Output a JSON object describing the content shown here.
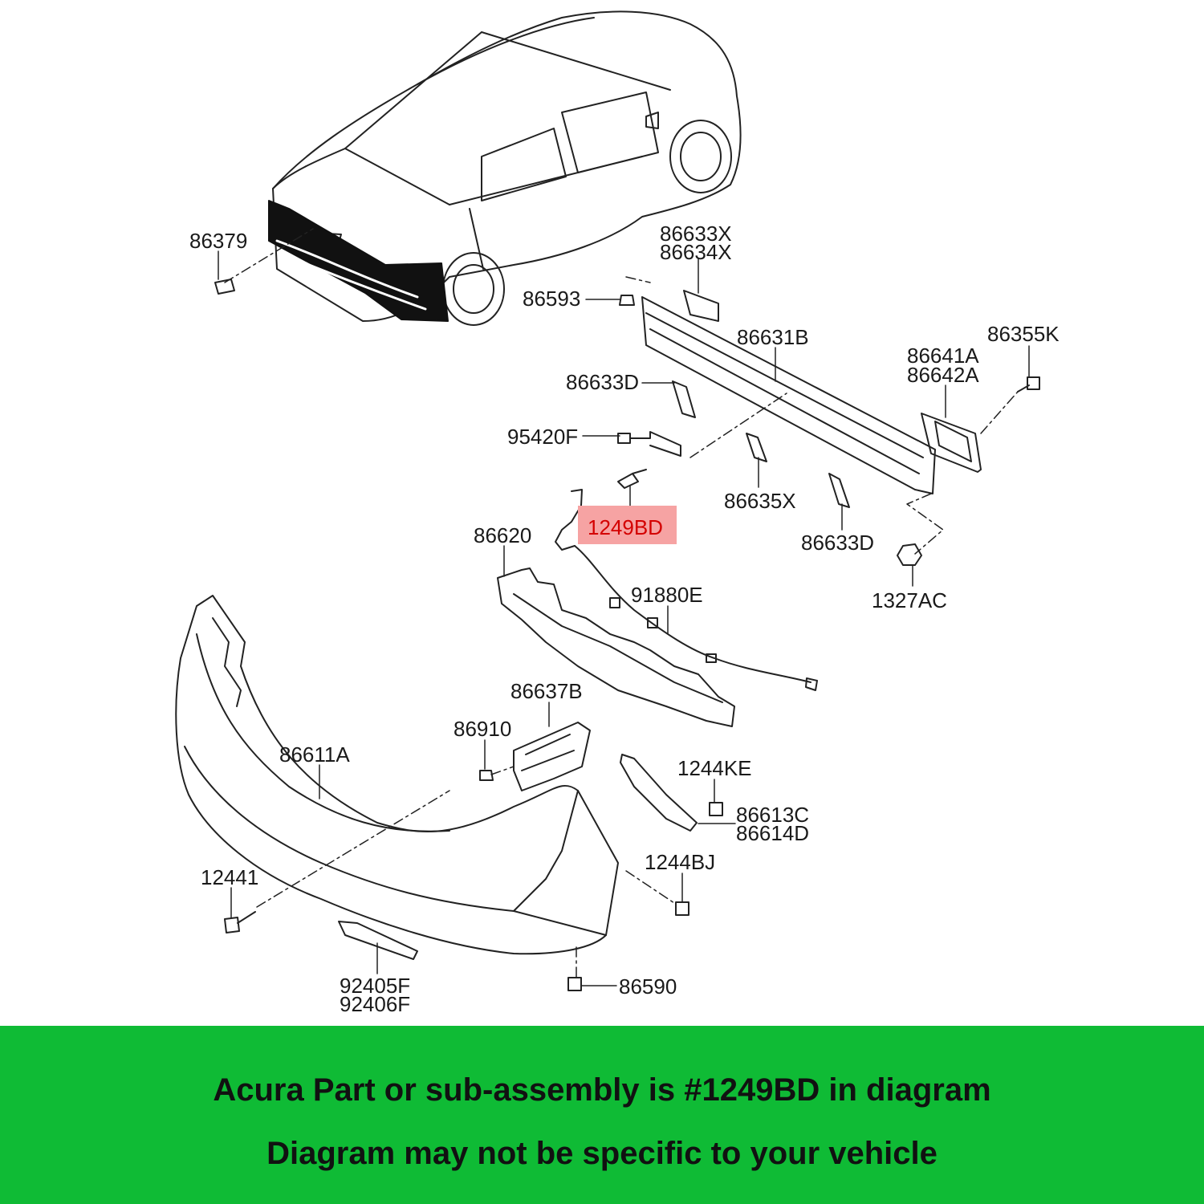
{
  "diagram": {
    "parts": [
      {
        "id": "p-86379",
        "lines": [
          "86379"
        ]
      },
      {
        "id": "p-86633X",
        "lines": [
          "86633X",
          "86634X"
        ]
      },
      {
        "id": "p-86593",
        "lines": [
          "86593"
        ]
      },
      {
        "id": "p-86631B",
        "lines": [
          "86631B"
        ]
      },
      {
        "id": "p-86355K",
        "lines": [
          "86355K"
        ]
      },
      {
        "id": "p-86641A",
        "lines": [
          "86641A",
          "86642A"
        ]
      },
      {
        "id": "p-86633D-a",
        "lines": [
          "86633D"
        ]
      },
      {
        "id": "p-95420F",
        "lines": [
          "95420F"
        ]
      },
      {
        "id": "p-86635X",
        "lines": [
          "86635X"
        ]
      },
      {
        "id": "p-86620",
        "lines": [
          "86620"
        ]
      },
      {
        "id": "p-86633D-b",
        "lines": [
          "86633D"
        ]
      },
      {
        "id": "p-1327AC",
        "lines": [
          "1327AC"
        ]
      },
      {
        "id": "p-91880E",
        "lines": [
          "91880E"
        ]
      },
      {
        "id": "p-86637B",
        "lines": [
          "86637B"
        ]
      },
      {
        "id": "p-86910",
        "lines": [
          "86910"
        ]
      },
      {
        "id": "p-86611A",
        "lines": [
          "86611A"
        ]
      },
      {
        "id": "p-1244KE",
        "lines": [
          "1244KE"
        ]
      },
      {
        "id": "p-86613C",
        "lines": [
          "86613C",
          "86614D"
        ]
      },
      {
        "id": "p-1244BJ",
        "lines": [
          "1244BJ"
        ]
      },
      {
        "id": "p-12441",
        "lines": [
          "12441"
        ]
      },
      {
        "id": "p-92405F",
        "lines": [
          "92405F",
          "92406F"
        ]
      },
      {
        "id": "p-86590",
        "lines": [
          "86590"
        ]
      }
    ],
    "highlight": {
      "label": "1249BD",
      "box_color": "#f6a3a3",
      "text_color": "#d40000"
    }
  },
  "banner": {
    "line1": "Acura Part or sub-assembly is #1249BD in diagram",
    "line2": "Diagram may not be specific to your vehicle",
    "background": "#0fbb35"
  }
}
